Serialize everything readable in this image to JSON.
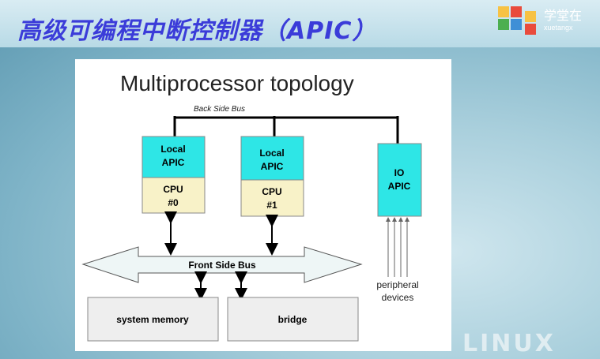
{
  "header": {
    "title": "高级可编程中断控制器（APIC）",
    "logo_text": "学堂在",
    "logo_subtext": "xuetangx"
  },
  "diagram": {
    "title": "Multiprocessor topology",
    "back_side_bus_label": "Back Side Bus",
    "cpu0": {
      "apic_label": "Local\nAPIC",
      "cpu_label": "CPU\n#0"
    },
    "cpu1": {
      "apic_label": "Local\nAPIC",
      "cpu_label": "CPU\n#1"
    },
    "io_apic_label": "IO\nAPIC",
    "front_side_bus_label": "Front Side Bus",
    "system_memory_label": "system memory",
    "bridge_label": "bridge",
    "peripheral_label": "peripheral\ndevices"
  },
  "watermark": "LINUX",
  "colors": {
    "apic_fill": "#2ee6e6",
    "cpu_fill": "#f8f2c8",
    "bus_fill": "#eef6f6",
    "box_fill": "#eeeeee",
    "title_color": "#3b3cd9"
  }
}
